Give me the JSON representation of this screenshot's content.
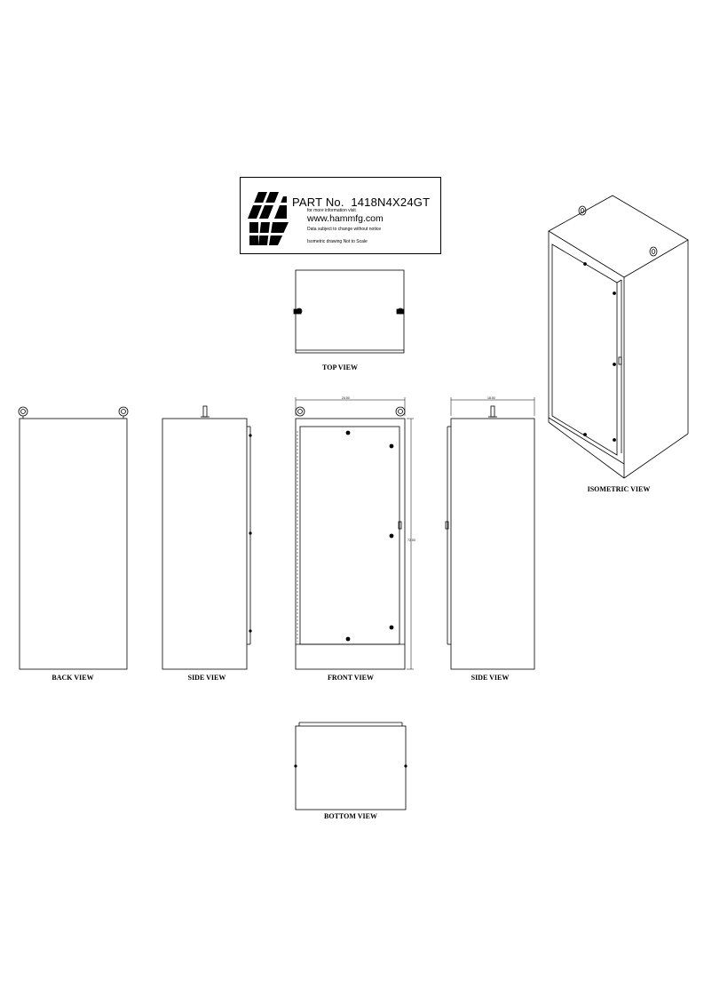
{
  "title_block": {
    "part_label": "PART No.",
    "part_number": "1418N4X24GT",
    "info_line": "for more information visit",
    "website": "www.hammfg.com",
    "notice": "Data subject to change without notice",
    "scale_note": "Isometric drawing Not to Scale"
  },
  "views": {
    "top": "TOP VIEW",
    "back": "BACK VIEW",
    "side_left": "SIDE VIEW",
    "front": "FRONT VIEW",
    "side_right": "SIDE VIEW",
    "bottom": "BOTTOM VIEW",
    "isometric": "ISOMETRIC VIEW"
  },
  "dimensions": {
    "front_width": "24.00",
    "front_height": "72.00",
    "side_depth": "18.00"
  }
}
